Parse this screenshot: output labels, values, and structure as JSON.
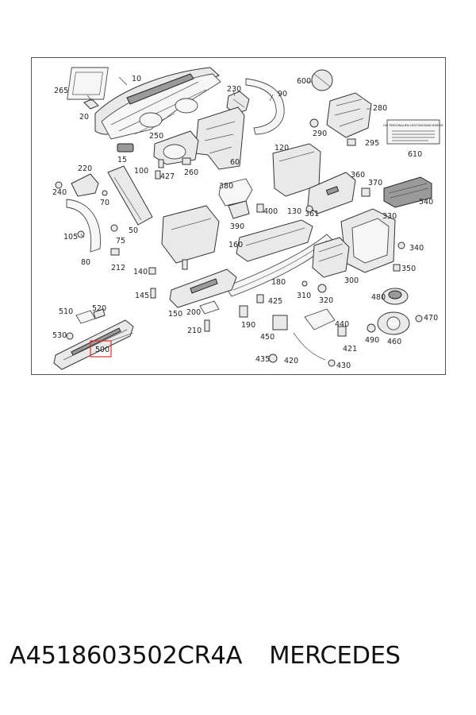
{
  "callouts": [
    "10",
    "20",
    "15",
    "60",
    "90",
    "100",
    "105",
    "120",
    "130",
    "140",
    "145",
    "150",
    "160",
    "180",
    "190",
    "200",
    "210",
    "212",
    "220",
    "230",
    "240",
    "250",
    "260",
    "265",
    "280",
    "290",
    "295",
    "300",
    "310",
    "320",
    "330",
    "340",
    "350",
    "360",
    "361",
    "370",
    "380",
    "390",
    "400",
    "420",
    "421",
    "425",
    "427",
    "430",
    "435",
    "440",
    "450",
    "460",
    "470",
    "480",
    "490",
    "500",
    "510",
    "520",
    "530",
    "540",
    "600",
    "610",
    "50",
    "70",
    "75",
    "80"
  ],
  "highlighted_callout": "500",
  "label_text": "DIE PERSONALIEN LEISTUNGSNACHWEISE",
  "caption": {
    "part_number": "A4518603502CR4A",
    "brand": "MERCEDES"
  },
  "colors": {
    "highlight": "#e03030",
    "line": "#333333"
  }
}
